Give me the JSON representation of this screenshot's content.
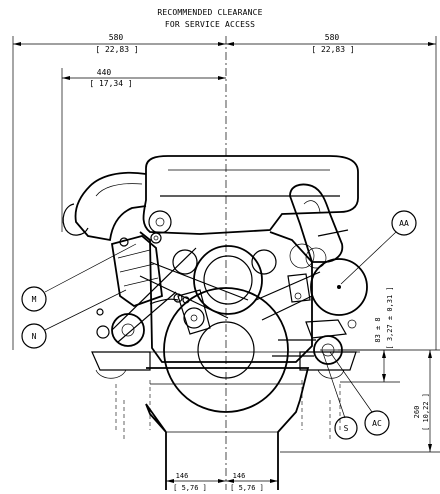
{
  "title": {
    "line1": "RECOMMENDED CLEARANCE",
    "line2": "FOR SERVICE ACCESS"
  },
  "dimensions": {
    "left_clearance": {
      "mm": "580",
      "in": "[ 22,83 ]"
    },
    "right_clearance": {
      "mm": "580",
      "in": "[ 22,83 ]"
    },
    "width_440": {
      "mm": "440",
      "in": "[ 17,34 ]"
    },
    "vertical_83": {
      "mm": "83 ± 8",
      "in": "[ 3,27 ± 0,31 ]"
    },
    "vertical_260": {
      "mm": "260",
      "in": "[ 10,22 ]"
    },
    "bottom_left_146": {
      "mm": "146",
      "in": "[ 5,76 ]"
    },
    "bottom_right_146": {
      "mm": "146",
      "in": "[ 5,76 ]"
    }
  },
  "callouts": {
    "aa": "AA",
    "m": "M",
    "n": "N",
    "s": "S",
    "ac": "AC"
  }
}
